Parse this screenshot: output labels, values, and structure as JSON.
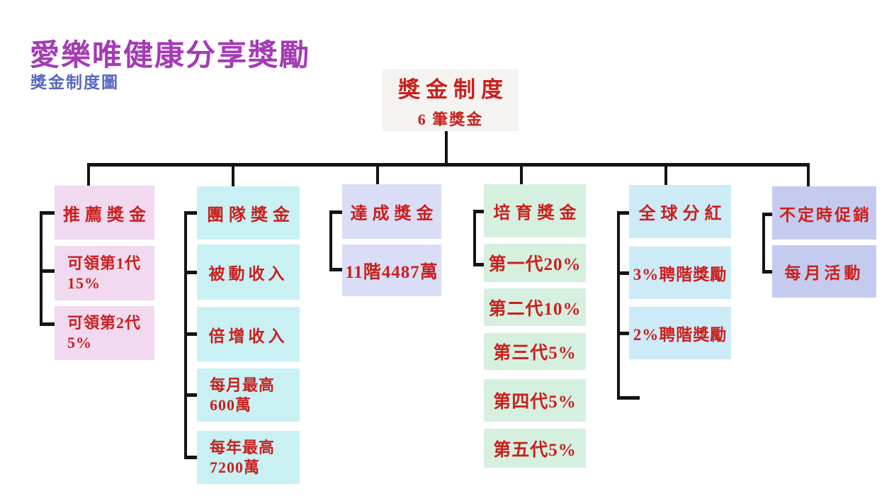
{
  "theme": {
    "line": "#141414",
    "red": "#c9201d",
    "title": "#a43cb5",
    "subtitle": "#5a67c1",
    "root-fill": "#f4f3f1"
  },
  "header": {
    "title": "愛樂唯健康分享獎勵",
    "subtitle": "獎金制度圖"
  },
  "root": {
    "title": "獎金制度",
    "subtitle": "6 筆獎金"
  },
  "columns": [
    {
      "header": "推薦獎金",
      "fill": "#f1d9f0",
      "children": [
        {
          "lines": [
            "可領第1代",
            "15%"
          ]
        },
        {
          "lines": [
            "可領第2代",
            "5%"
          ]
        }
      ]
    },
    {
      "header": "團隊獎金",
      "fill": "#c9f1f4",
      "children": [
        {
          "lines": [
            "被動收入"
          ]
        },
        {
          "lines": [
            "倍增收入"
          ]
        },
        {
          "lines": [
            "每月最高",
            "600萬"
          ]
        },
        {
          "lines": [
            "每年最高",
            "7200萬"
          ]
        }
      ]
    },
    {
      "header": "達成獎金",
      "fill": "#d9def6",
      "children": [
        {
          "lines": [
            "11階4487萬"
          ]
        }
      ]
    },
    {
      "header": "培育獎金",
      "fill": "#d6f0e0",
      "children": [
        {
          "lines": [
            "第一代20%"
          ]
        },
        {
          "lines": [
            "第二代10%"
          ]
        },
        {
          "lines": [
            "第三代5%"
          ]
        },
        {
          "lines": [
            "第四代5%"
          ]
        },
        {
          "lines": [
            "第五代5%"
          ]
        }
      ]
    },
    {
      "header": "全球分紅",
      "fill": "#cdeaf7",
      "children": [
        {
          "lines": [
            "3%聘階獎勵"
          ]
        },
        {
          "lines": [
            "2%聘階獎勵"
          ]
        }
      ]
    },
    {
      "header": "不定時促銷",
      "fill": "#c4cbee",
      "children": [
        {
          "lines": [
            "每月活動"
          ]
        }
      ]
    }
  ]
}
